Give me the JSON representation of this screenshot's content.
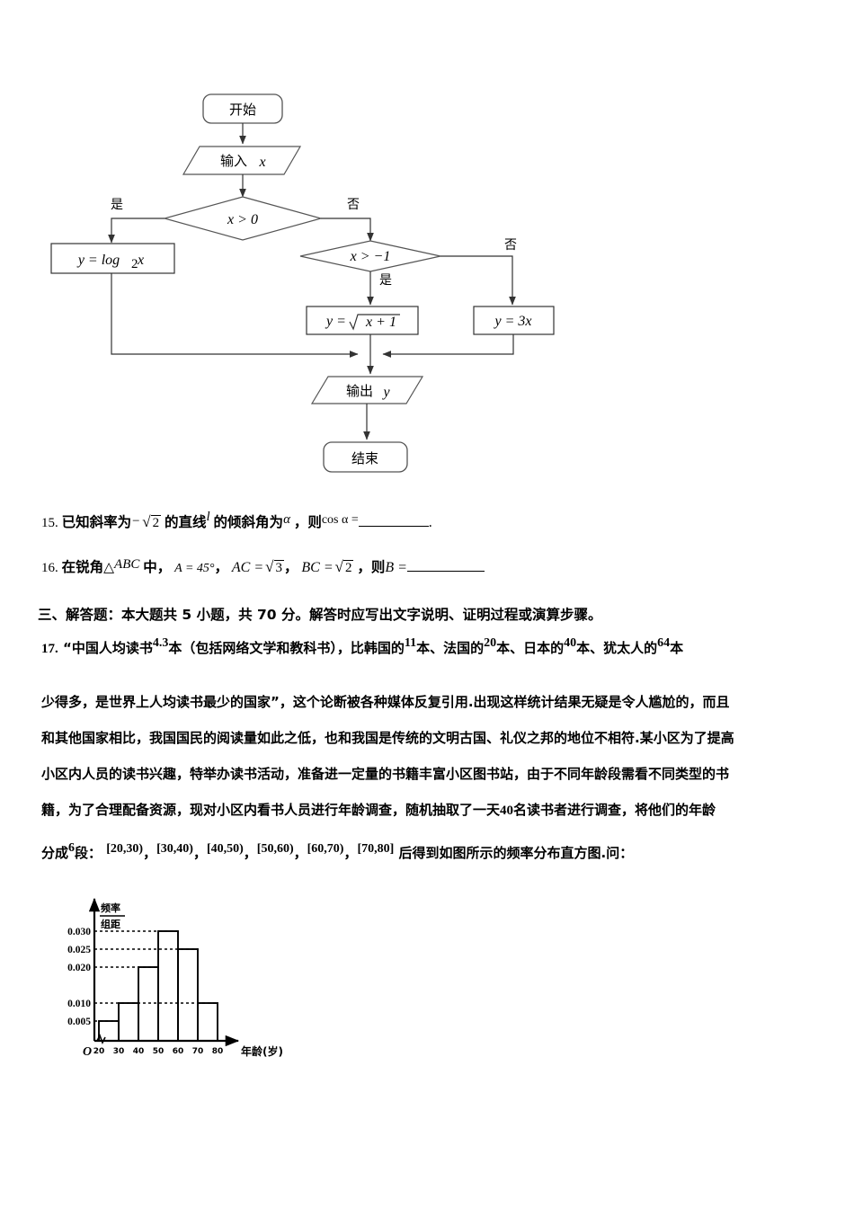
{
  "flowchart": {
    "start": "开始",
    "input": "输入",
    "input_var": "x",
    "decision1": "x > 0",
    "decision1_yes": "是",
    "decision1_no": "否",
    "branch_log": "y = log",
    "branch_log_sub": "2",
    "branch_log_var": "x",
    "decision2": "x > −1",
    "decision2_yes": "是",
    "decision2_no": "否",
    "branch_sqrt_lhs": "y = ",
    "branch_sqrt_radicand": "x + 1",
    "branch_linear": "y = 3x",
    "output": "输出",
    "output_var": "y",
    "end": "结束"
  },
  "questions": [
    {
      "number": "15.",
      "text_1": "已知斜率为",
      "slope": "−",
      "slope_radicand": "2",
      "text_2": "的直线",
      "line_var": "l",
      "text_3": "的倾斜角为",
      "angle_var": "α",
      "text_4": "，则",
      "expr": "cos α =",
      "tail": "."
    },
    {
      "number": "16.",
      "text_1": "在锐角△",
      "triangle": "ABC",
      "text_2": "中，",
      "cond_a": "A = 45°",
      "cond_ac_lhs": "AC =",
      "cond_ac_radicand": "3",
      "cond_bc_lhs": "BC =",
      "cond_bc_radicand": "2",
      "text_3": "，则",
      "answer_var": "B ="
    }
  ],
  "section": {
    "heading": "三、解答题：本大题共 5 小题，共 70 分。解答时应写出文字说明、证明过程或演算步骤。"
  },
  "question17": {
    "number": "17.",
    "line1_a": "“中国人均读书",
    "line1_n1": "4.3",
    "line1_b": "本（包括网络文学和教科书），比韩国的",
    "line1_n2": "11",
    "line1_c": "本、法国的",
    "line1_n3": "20",
    "line1_d": "本、日本的",
    "line1_n4": "40",
    "line1_e": "本、犹太人的",
    "line1_n5": "64",
    "line1_f": "本",
    "line2": "少得多，是世界上人均读书最少的国家”，这个论断被各种媒体反复引用.出现这样统计结果无疑是令人尴尬的，而且",
    "line3": "和其他国家相比，我国国民的阅读量如此之低，也和我国是传统的文明古国、礼仪之邦的地位不相符.某小区为了提高",
    "line4": "小区内人员的读书兴趣，特举办读书活动，准备进一定量的书籍丰富小区图书站，由于不同年龄段需看不同类型的书",
    "line5_a": "籍，为了合理配备资源，现对小区内看书人员进行年龄调查，随机抽取了一天",
    "line5_n": "40",
    "line5_b": "名读书者进行调查，将他们的年龄",
    "line6_a": "分成",
    "line6_n": "6",
    "line6_b": "段：",
    "intervals": [
      "[20,30)",
      "[30,40)",
      "[40,50)",
      "[50,60)",
      "[60,70)",
      "[70,80]"
    ],
    "line6_tail": "后得到如图所示的频率分布直方图.问："
  },
  "chart_data": {
    "type": "bar",
    "title": "",
    "ylabel_numerator": "频率",
    "ylabel_denominator": "组距",
    "xlabel": "年龄(岁)",
    "origin_label": "O",
    "categories": [
      "[20,30)",
      "[30,40)",
      "[40,50)",
      "[50,60)",
      "[60,70)",
      "[70,80]"
    ],
    "bin_edges": [
      20,
      30,
      40,
      50,
      60,
      70,
      80
    ],
    "values": [
      0.005,
      0.01,
      0.02,
      0.03,
      0.025,
      0.01
    ],
    "ytick_labels": [
      "0.030",
      "0.025",
      "0.020",
      "0.010",
      "0.005"
    ],
    "ytick_values": [
      0.03,
      0.025,
      0.02,
      0.01,
      0.005
    ],
    "xtick_labels": [
      "20",
      "30",
      "40",
      "50",
      "60",
      "70",
      "80"
    ],
    "ylim": [
      0,
      0.035
    ],
    "xlim": [
      20,
      80
    ],
    "grid": "dotted-horizontal",
    "legend": "none"
  },
  "colors": {
    "ink": "#000000",
    "stroke": "#333333",
    "page": "#ffffff"
  }
}
